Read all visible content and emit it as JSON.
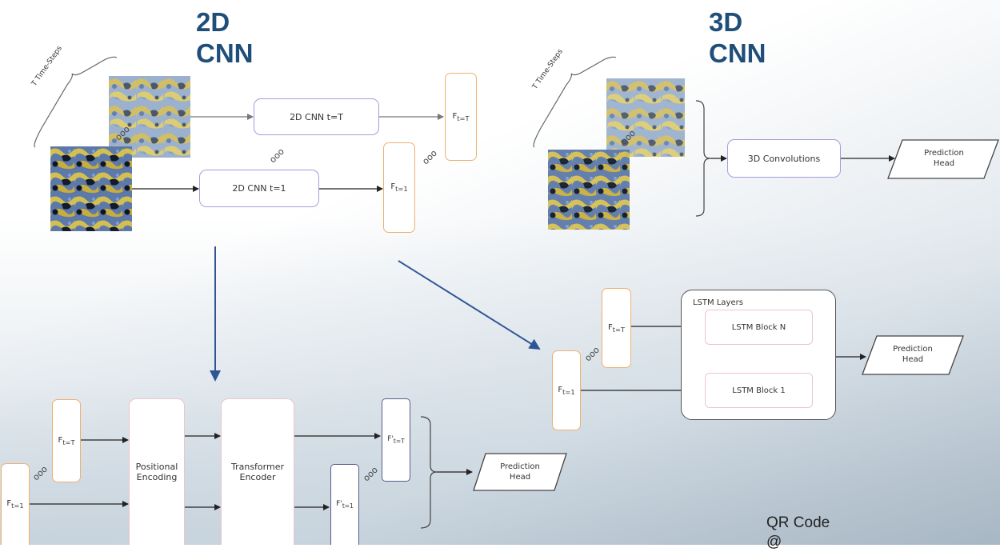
{
  "headings": {
    "cnn2d_line1": "2D",
    "cnn2d_line2": "CNN",
    "cnn3d_line1": "3D",
    "cnn3d_line2": "CNN"
  },
  "cnn2d": {
    "timesteps_label": "T Time-Steps",
    "block_t": "2D CNN t=T",
    "block_1": "2D CNN t=1",
    "feat_T": "F",
    "feat_T_sub": "t=T",
    "feat_1": "F",
    "feat_1_sub": "t=1"
  },
  "cnn3d": {
    "timesteps_label": "T Time-Steps",
    "conv": "3D Convolutions",
    "pred_line1": "Prediction",
    "pred_line2": "Head"
  },
  "lstm": {
    "title": "LSTM Layers",
    "block_n": "LSTM Block N",
    "block_1": "LSTM Block 1",
    "feat_T": "F",
    "feat_T_sub": "t=T",
    "feat_1": "F",
    "feat_1_sub": "t=1",
    "pred_line1": "Prediction",
    "pred_line2": "Head"
  },
  "transformer": {
    "feat_T": "F",
    "feat_T_sub": "t=T",
    "feat_1": "F",
    "feat_1_sub": "t=1",
    "pos_enc_line1": "Positional",
    "pos_enc_line2": "Encoding",
    "enc_line1": "Transformer",
    "enc_line2": "Encoder",
    "out_T": "F'",
    "out_T_sub": "t=T",
    "out_1": "F'",
    "out_1_sub": "t=1",
    "pred_line1": "Prediction",
    "pred_line2": "Head"
  },
  "ellipsis": "ooo",
  "qr": {
    "line1": "QR Code",
    "line2": "@"
  },
  "colors": {
    "heading": "#1f4e79",
    "arrow_blue": "#2f5597",
    "purple": "#a89ad9",
    "orange": "#f0b070",
    "pink": "#ecc4cc"
  }
}
